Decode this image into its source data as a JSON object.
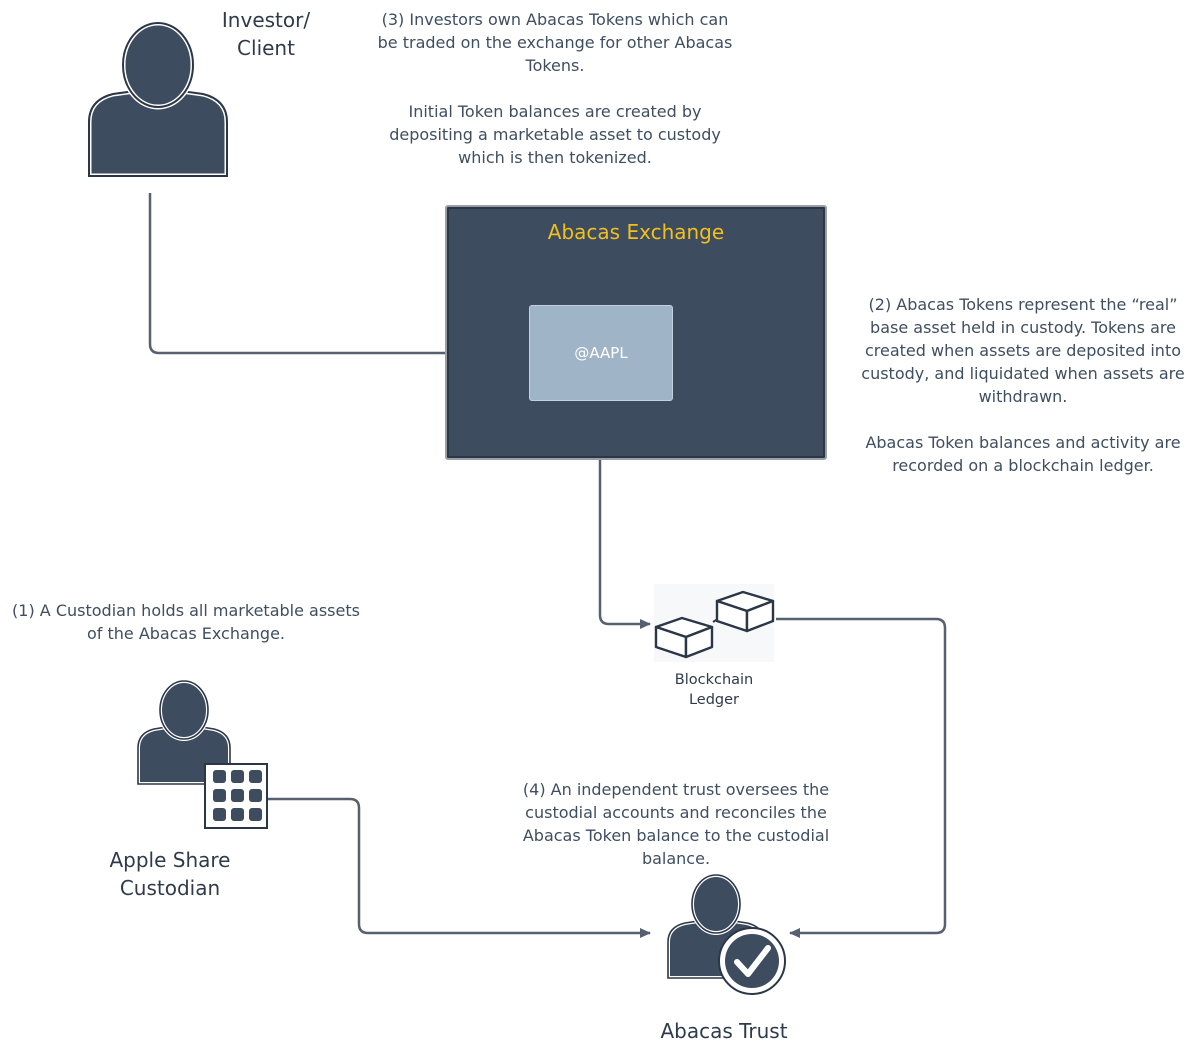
{
  "colors": {
    "dark_slate": "#3e4c5f",
    "token_fill": "#a0b4c8",
    "exchange_title": "#f2c01c",
    "connector": "#56606e",
    "text": "#3f4e60"
  },
  "actors": {
    "investor": {
      "label": "Investor/\nClient",
      "icon": "person-icon"
    },
    "custodian": {
      "label": "Apple Share\nCustodian",
      "icon": "person-with-grid-icon"
    },
    "trust": {
      "label": "Abacas Trust",
      "icon": "person-with-checkmark-icon"
    }
  },
  "exchange": {
    "title": "Abacas Exchange",
    "token": "@AAPL"
  },
  "ledger": {
    "label": "Blockchain\nLedger",
    "icon": "blockchain-blocks-icon"
  },
  "notes": {
    "note_1": "(1) A Custodian holds all marketable assets\nof the Abacas Exchange.",
    "note_2": "(2) Abacas Tokens represent the “real”\nbase asset held in custody. Tokens are\ncreated when assets are deposited into\ncustody, and liquidated when assets are\nwithdrawn.\n\nAbacas Token balances and activity are\nrecorded on a blockchain ledger.",
    "note_3": "(3) Investors own Abacas Tokens which can\nbe traded on the exchange for other Abacas\nTokens.\n\nInitial Token balances are created by\ndepositing a marketable asset to custody\nwhich is then tokenized.",
    "note_4": "(4) An independent trust oversees the\ncustodial accounts and reconciles the\nAbacas Token balance to the custodial\nbalance."
  }
}
